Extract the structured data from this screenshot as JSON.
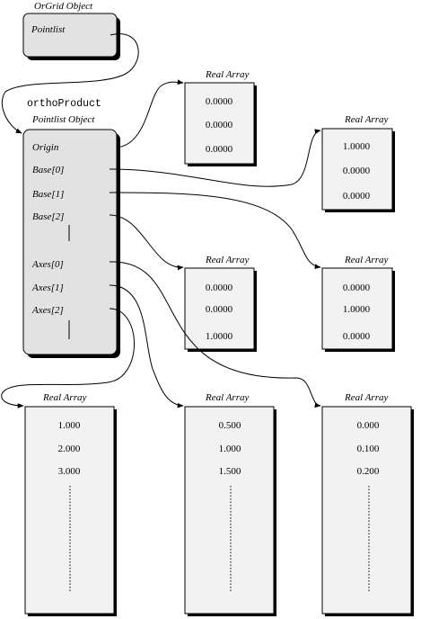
{
  "orgrid": {
    "title": "OrGrid Object",
    "field": "Pointlist"
  },
  "pointlist": {
    "label": "orthoProduct",
    "title": "Pointlist Object",
    "fields": [
      "Origin",
      "Base[0]",
      "Base[1]",
      "Base[2]",
      "Axes[0]",
      "Axes[1]",
      "Axes[2]"
    ]
  },
  "real_array_title": "Real Array",
  "arrays": {
    "origin": [
      "0.0000",
      "0.0000",
      "0.0000"
    ],
    "base0": [
      "1.0000",
      "0.0000",
      "0.0000"
    ],
    "base2": [
      "0.0000",
      "0.0000",
      "1.0000"
    ],
    "base1": [
      "0.0000",
      "1.0000",
      "0.0000"
    ],
    "axes0": [
      "1.000",
      "2.000",
      "3.000"
    ],
    "axes1": [
      "0.500",
      "1.000",
      "1.500"
    ],
    "axes2": [
      "0.000",
      "0.100",
      "0.200"
    ]
  },
  "colors": {
    "box_fill": "#e2e2e2",
    "array_fill": "#f2f2f2",
    "shadow": "#000000"
  }
}
